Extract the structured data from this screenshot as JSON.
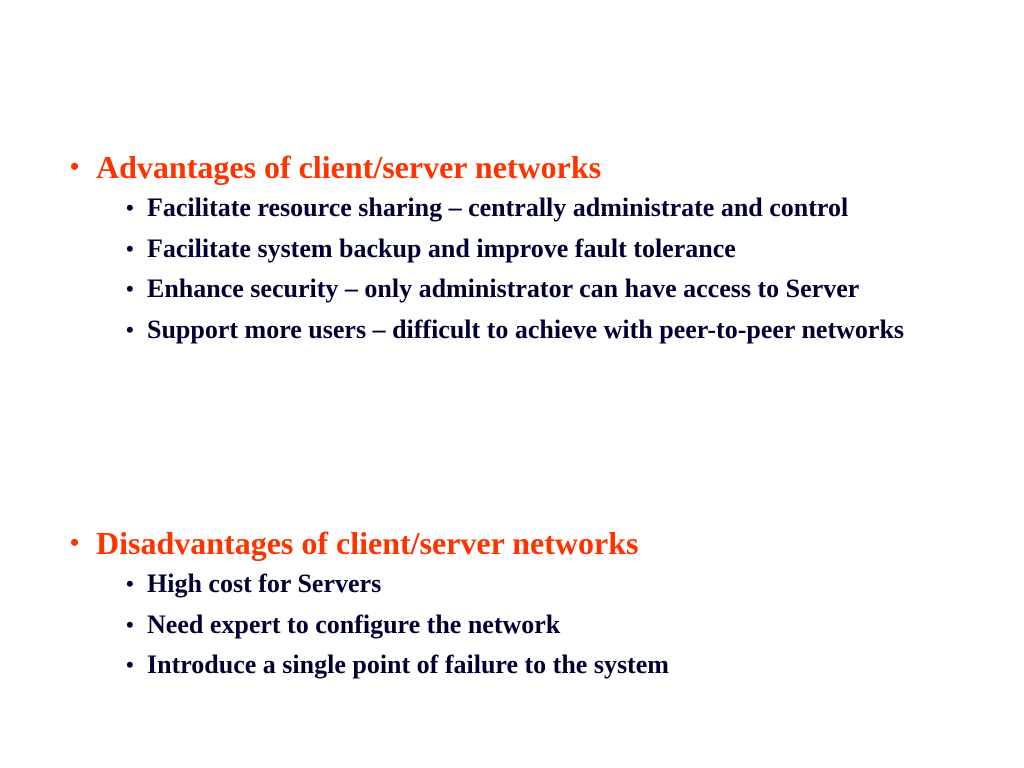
{
  "colors": {
    "heading": "#FF3300",
    "body_text": "#000033",
    "background": "#FFFFFF"
  },
  "bullet_glyph": "•",
  "sections": [
    {
      "heading": "Advantages of client/server networks",
      "items": [
        "Facilitate resource sharing – centrally administrate and control",
        "Facilitate system backup and improve fault tolerance",
        "Enhance security – only administrator can have access to Server",
        "Support more users – difficult to achieve with peer-to-peer networks"
      ]
    },
    {
      "heading": "Disadvantages of client/server networks",
      "items": [
        "High cost for Servers",
        "Need expert to configure the network",
        "Introduce a single point of failure to the system"
      ]
    }
  ]
}
